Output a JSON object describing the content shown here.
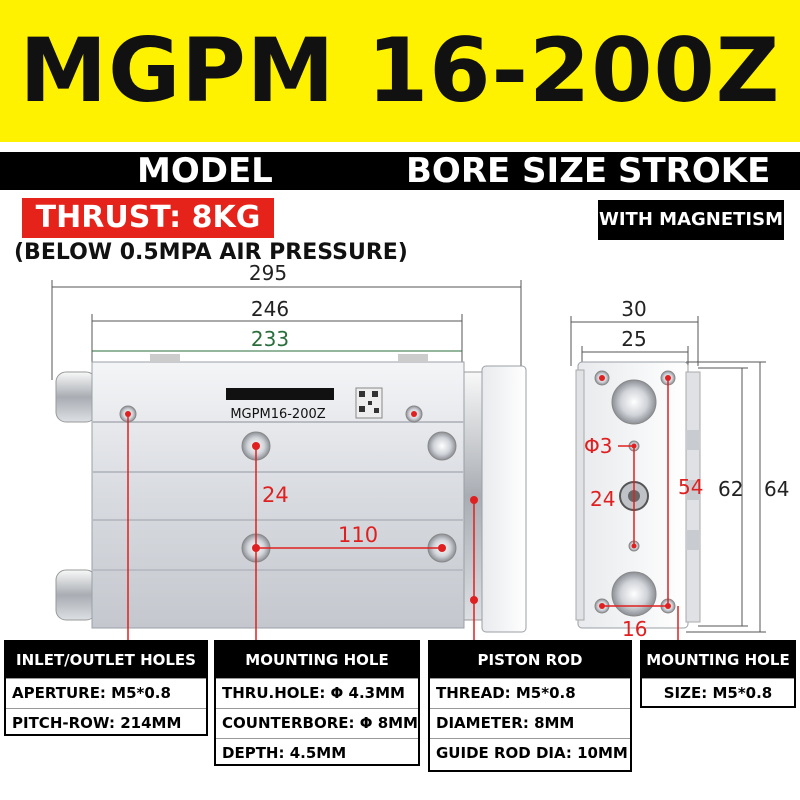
{
  "header": {
    "title": "MGPM 16-200Z"
  },
  "model_bar": {
    "model_label": "MODEL",
    "bore_label": "BORE SIZE",
    "stroke_label": "STROKE"
  },
  "thrust": {
    "label": "THRUST: 8KG",
    "note": "(BELOW 0.5MPA AIR PRESSURE)"
  },
  "magnetism": {
    "label": "WITH MAGNETISM"
  },
  "front_view": {
    "nameplate": "MGPM16-200Z",
    "dims": {
      "overall": "295",
      "body": "246",
      "inner": "233",
      "hole_spacing_v": "24",
      "hole_spacing_h": "110"
    }
  },
  "side_view": {
    "dims": {
      "width_outer": "30",
      "width_inner": "25",
      "hole_dia": "Φ3",
      "center_24": "24",
      "height_54": "54",
      "height_62": "62",
      "height_64": "64",
      "bottom_16": "16"
    }
  },
  "colors": {
    "banner": "#fff200",
    "thrust_bg": "#e5231b",
    "dimension_red": "#e02020",
    "dimension_line": "#555555"
  },
  "spec_boxes": [
    {
      "title": "INLET/OUTLET HOLES",
      "rows": [
        "APERTURE: M5*0.8",
        "PITCH-ROW: 214MM"
      ]
    },
    {
      "title": "MOUNTING HOLE",
      "rows": [
        "THRU.HOLE: Φ 4.3MM",
        "COUNTERBORE: Φ 8MM",
        "DEPTH: 4.5MM"
      ]
    },
    {
      "title": "PISTON ROD",
      "rows": [
        "THREAD: M5*0.8",
        "DIAMETER: 8MM",
        "GUIDE ROD DIA: 10MM"
      ]
    },
    {
      "title": "MOUNTING HOLE",
      "rows": [
        "SIZE: M5*0.8"
      ]
    }
  ]
}
